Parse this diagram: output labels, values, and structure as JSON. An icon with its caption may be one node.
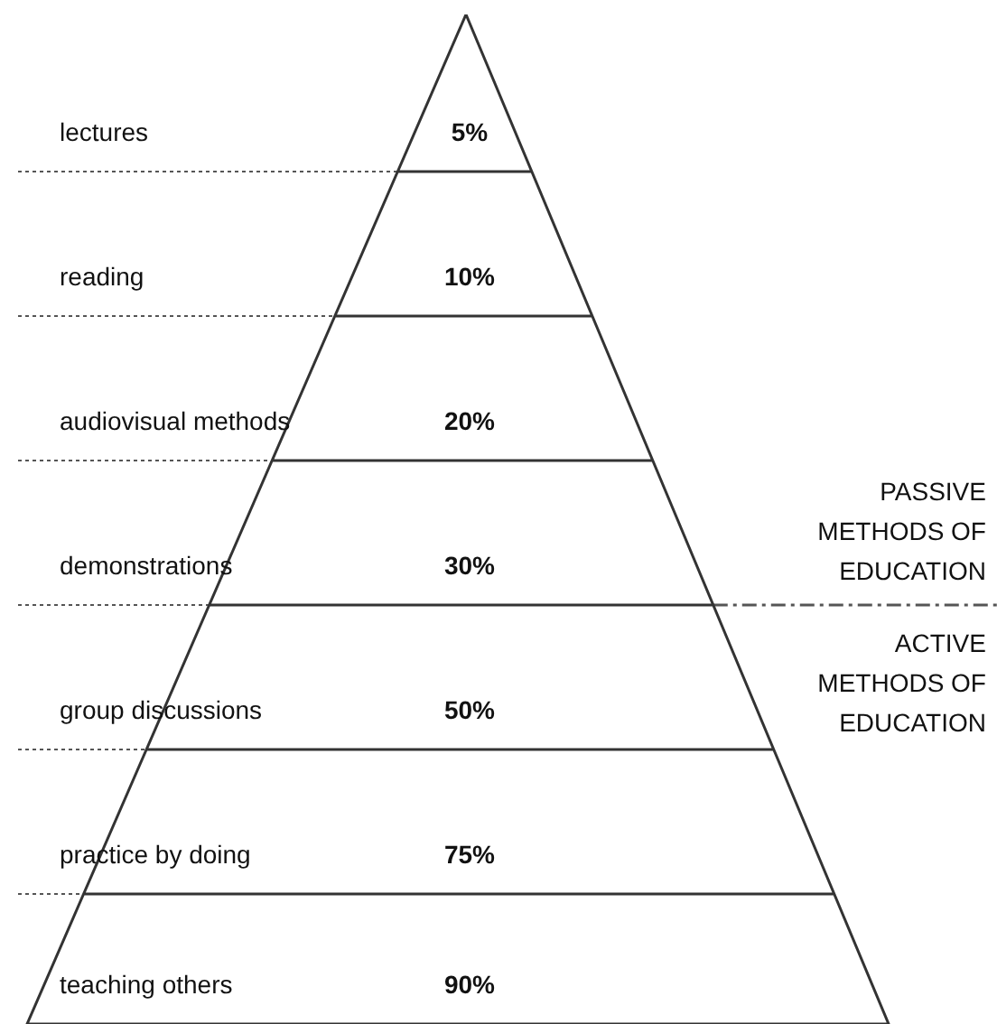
{
  "diagram": {
    "nodes": [
      {
        "text": [
          "5%"
        ]
      },
      {
        "text": [
          "10%"
        ]
      },
      {
        "text": [
          "20%"
        ]
      },
      {
        "text": [
          "30%"
        ]
      },
      {
        "text": [
          "50%"
        ]
      },
      {
        "text": [
          "75%"
        ]
      },
      {
        "text": [
          "90%"
        ]
      }
    ],
    "labels": [
      "lectures",
      "reading",
      "audiovisual methods",
      "demonstrations",
      "PASSIVE METHODS OF EDUCATION",
      "ACTIVE METHODS OF EDUCATION",
      "group discussions",
      "practice by doing",
      "teaching others"
    ]
  }
}
